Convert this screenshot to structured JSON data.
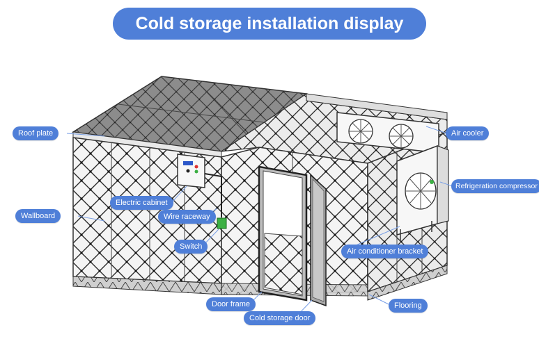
{
  "title": "Cold storage installation display",
  "colors": {
    "accent": "#4f7fd8",
    "label_text": "#ffffff",
    "panel_fill": "#f2f2f2",
    "roof_fill": "#8a8a8a",
    "switch_green": "#3cb043"
  },
  "labels": {
    "roof_plate": "Roof plate",
    "wallboard": "Wallboard",
    "electric_cabinet": "Electric cabinet",
    "wire_raceway": "Wire raceway",
    "switch": "Switch",
    "door_frame": "Door frame",
    "cold_storage_door": "Cold storage door",
    "air_cooler": "Air cooler",
    "refrigeration_compressor": "Refrigeration compressor",
    "air_conditioner_bracket": "Air conditioner bracket",
    "flooring": "Flooring"
  }
}
